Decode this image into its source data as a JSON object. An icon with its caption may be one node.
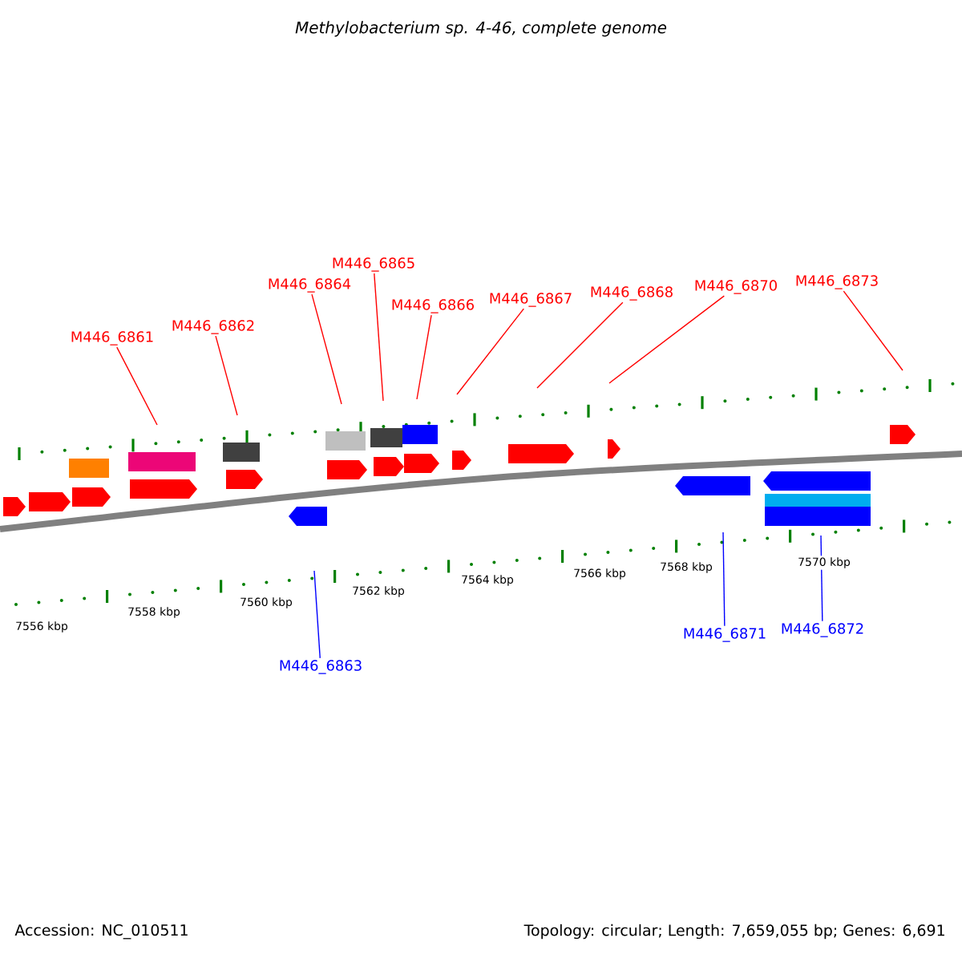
{
  "diagram": {
    "title": "Methylobacterium sp. 4-46, complete genome",
    "nodes": [
      {
        "text": [
          "M446_6861"
        ]
      },
      {
        "text": [
          "M446_6862"
        ]
      },
      {
        "text": [
          "M446_6864"
        ]
      },
      {
        "text": [
          "M446_6865"
        ]
      },
      {
        "text": [
          "M446_6866"
        ]
      },
      {
        "text": [
          "M446_6867"
        ]
      },
      {
        "text": [
          "M446_6868"
        ]
      },
      {
        "text": [
          "M446_6870"
        ]
      },
      {
        "text": [
          "M446_6873"
        ]
      },
      {
        "text": [
          "M446_6863"
        ]
      },
      {
        "text": [
          "M446_6871"
        ]
      },
      {
        "text": [
          "M446_6872"
        ]
      }
    ],
    "edges": [
      {
        "from": 0,
        "to": null,
        "arrow": "none"
      },
      {
        "from": 1,
        "to": null,
        "arrow": "none"
      },
      {
        "from": 2,
        "to": null,
        "arrow": "none"
      },
      {
        "from": 3,
        "to": null,
        "arrow": "none"
      },
      {
        "from": 4,
        "to": null,
        "arrow": "none"
      },
      {
        "from": 5,
        "to": null,
        "arrow": "none"
      },
      {
        "from": 6,
        "to": null,
        "arrow": "none"
      },
      {
        "from": 7,
        "to": null,
        "arrow": "none"
      },
      {
        "from": 8,
        "to": null,
        "arrow": "none"
      },
      {
        "from": 9,
        "to": null,
        "arrow": "none",
        "color": "#0000ff"
      },
      {
        "from": 10,
        "to": null,
        "arrow": "none",
        "color": "#0000ff"
      },
      {
        "from": 11,
        "to": null,
        "arrow": "none",
        "color": "#0000ff"
      }
    ],
    "labels": [
      "7556 kbp",
      "7558 kbp",
      "7560 kbp",
      "7562 kbp",
      "7564 kbp",
      "7566 kbp",
      "7568 kbp",
      "7570 kbp",
      "Accession: NC_010511",
      "Topology: circular; Length: 7,659,055 bp; Genes: 6,691"
    ]
  }
}
